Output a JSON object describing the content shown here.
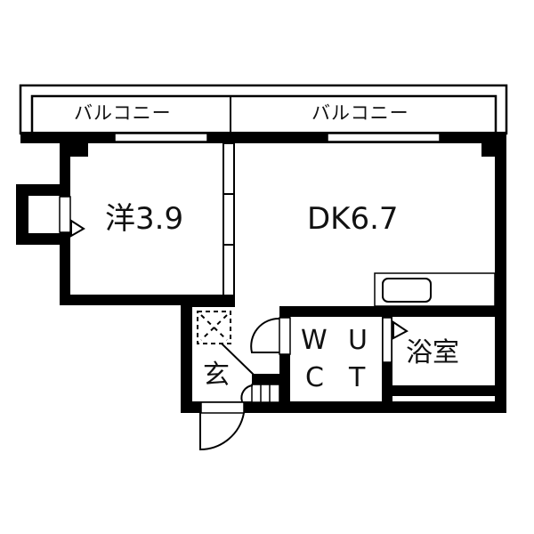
{
  "floor_plan": {
    "balconies": [
      {
        "label": "バルコニー"
      },
      {
        "label": "バルコニー"
      }
    ],
    "rooms": {
      "western_room": {
        "label": "洋3.9"
      },
      "dining_kitchen": {
        "label": "DK6.7"
      },
      "entrance": {
        "label": "玄"
      },
      "toilet": {
        "chars": [
          "W",
          "U",
          "C",
          "T"
        ]
      },
      "bathroom": {
        "label": "浴室"
      }
    },
    "colors": {
      "wall": "#000000",
      "background": "#ffffff",
      "line": "#111111"
    }
  }
}
